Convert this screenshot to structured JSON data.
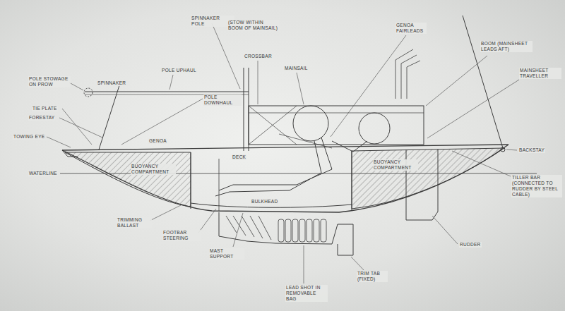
{
  "diagram": {
    "labels": [
      "SPINNAKER POLE",
      "(STOW WITHIN BOOM OF MAINSAIL)",
      "GENOA FAIRLEADS",
      "BOOM (MAINSHEET LEADS AFT)",
      "CROSSBAR",
      "POLE UPHAUL",
      "MAINSAIL",
      "MAINSHEET TRAVELLER",
      "POLE STOWAGE ON PROW",
      "SPINNAKER",
      "POLE DOWNHAUL",
      "TIE PLATE",
      "FORESTAY",
      "TOWING EYE",
      "GENOA",
      "DECK",
      "BUOYANCY COMPARTMENT",
      "BUOYANCY COMPARTMENT",
      "BACKSTAY",
      "WATERLINE",
      "TILLER BAR (CONNECTED TO RUDDER BY STEEL CABLE)",
      "BULKHEAD",
      "TRIMMING BALLAST",
      "FOOTBAR STEERING",
      "MAST SUPPORT",
      "RUDDER",
      "TRIM TAB (FIXED)",
      "LEAD SHOT IN REMOVABLE BAG"
    ]
  }
}
